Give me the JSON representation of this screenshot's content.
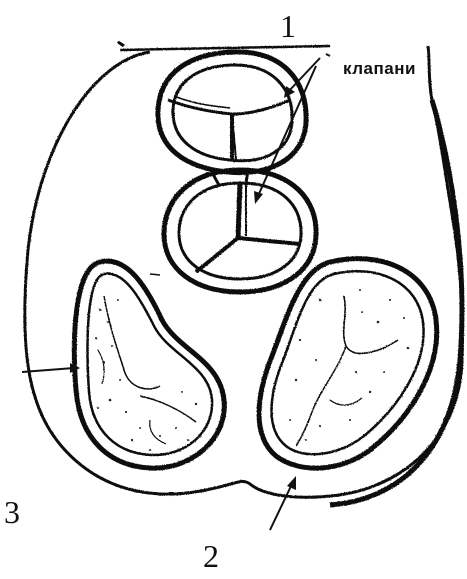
{
  "labels": {
    "one": "1",
    "two": "2",
    "three": "3",
    "valves": "клапани"
  },
  "colors": {
    "ink": "#111111",
    "paper": "#ffffff"
  }
}
